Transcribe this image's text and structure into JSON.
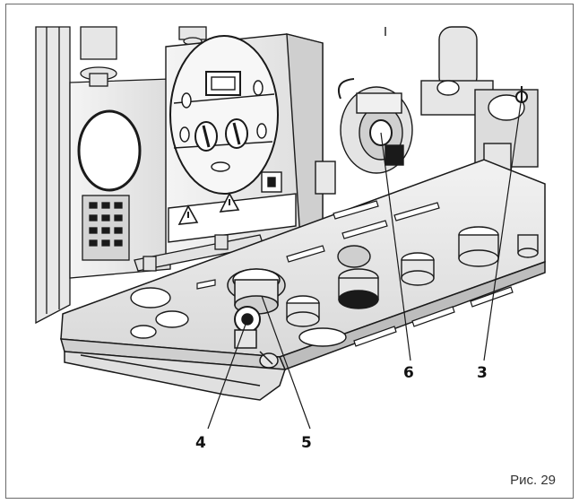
{
  "figure": {
    "caption": "Рис. 29",
    "callouts": [
      {
        "id": "4",
        "label": "4"
      },
      {
        "id": "5",
        "label": "5"
      },
      {
        "id": "6",
        "label": "6"
      },
      {
        "id": "3",
        "label": "3"
      }
    ],
    "panel_icons": [
      "warning-triangle-icon",
      "warning-triangle-icon",
      "electric-plug-icon"
    ],
    "colors": {
      "line": "#1a1a1a",
      "shade_light": "#e9e9e9",
      "shade_mid": "#cfcfcf",
      "shade_dark": "#9a9a9a"
    }
  }
}
